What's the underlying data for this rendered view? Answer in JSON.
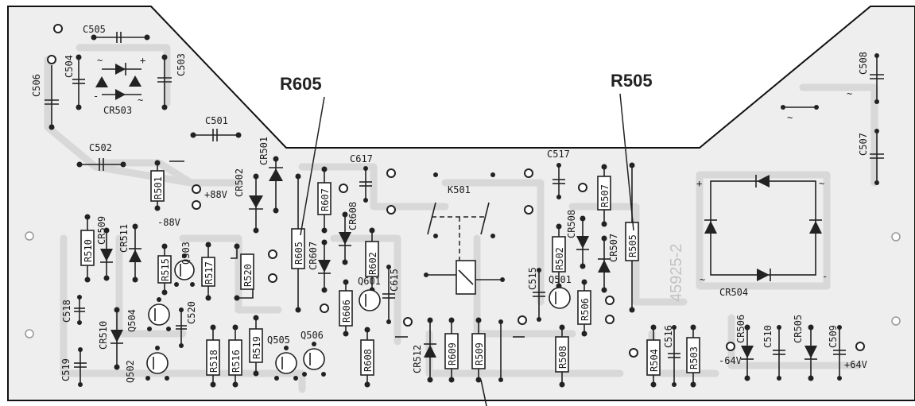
{
  "callouts": {
    "r605": "R605",
    "r505": "R505"
  },
  "relay": {
    "label": "K501"
  },
  "rail_labels": {
    "plus88": "+88V",
    "minus88": "-88V",
    "minus64": "-64V",
    "plus64": "+64V"
  },
  "bridge_marks": {
    "plus": "+",
    "minus": "-",
    "ac": "~"
  },
  "part_number": "45925-2",
  "components": {
    "c505": "C505",
    "c504": "C504",
    "c506": "C506",
    "c503": "C503",
    "cr503": "CR503",
    "c501": "C501",
    "c502": "C502",
    "r501": "R501",
    "cr502": "CR502",
    "cr501": "CR501",
    "r510": "R510",
    "cr509": "CR509",
    "cr511": "CR511",
    "r515": "R515",
    "q503": "Q503",
    "r517": "R517",
    "r520": "R520",
    "c518": "C518",
    "q504": "Q504",
    "c520": "C520",
    "cr510": "CR510",
    "q502": "Q502",
    "c519": "C519",
    "r518": "R518",
    "r516": "R516",
    "r519": "R519",
    "q505": "Q505",
    "q506": "Q506",
    "r605": "R605",
    "r607": "R607",
    "cr608": "CR608",
    "cr607": "CR607",
    "c617": "C617",
    "r602": "R602",
    "q601": "Q601",
    "c615": "C615",
    "r606": "R606",
    "r608": "R608",
    "cr512": "CR512",
    "r609": "R609",
    "r509": "R509",
    "c517": "C517",
    "r507": "R507",
    "cr508": "CR508",
    "r502": "R502",
    "cr507": "CR507",
    "c515": "C515",
    "q501": "Q501",
    "r506": "R506",
    "r508": "R508",
    "r505": "R505",
    "r504": "R504",
    "c516": "C516",
    "r503": "R503",
    "cr506": "CR506",
    "c510": "C510",
    "cr505": "CR505",
    "c509": "C509",
    "c508": "C508",
    "c507": "C507",
    "cr504": "CR504"
  }
}
